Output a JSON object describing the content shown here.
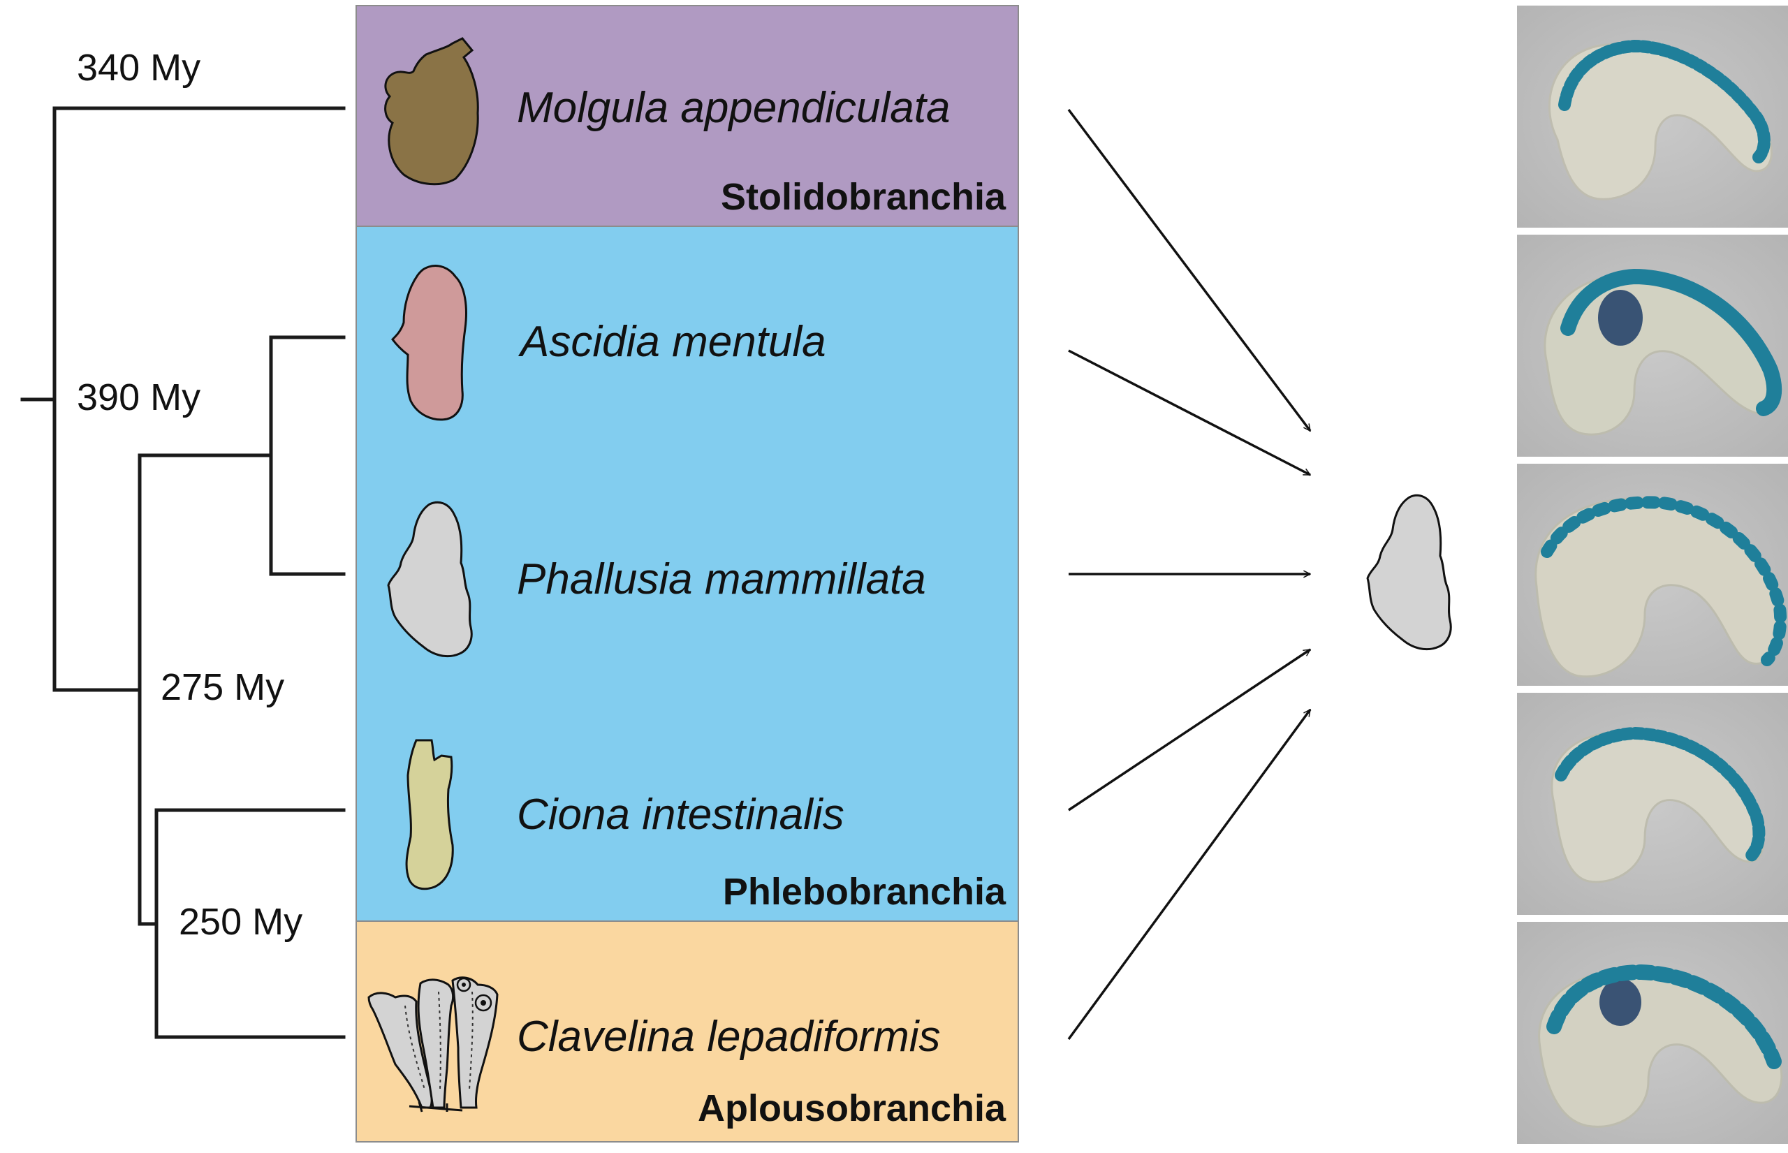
{
  "tree": {
    "divergence_labels": [
      "340 My",
      "390 My",
      "275 My",
      "250 My"
    ]
  },
  "clades": [
    {
      "name": "Stolidobranchia",
      "color": "#b09ac2"
    },
    {
      "name": "Phlebobranchia",
      "color": "#82cdef"
    },
    {
      "name": "Aplousobranchia",
      "color": "#fad7a0"
    }
  ],
  "species": [
    {
      "name": "Molgula appendiculata",
      "clade": "Stolidobranchia",
      "silhouette": "molgula-silhouette",
      "color": "#8a7346"
    },
    {
      "name": "Ascidia mentula",
      "clade": "Phlebobranchia",
      "silhouette": "ascidia-silhouette",
      "color": "#cf9a9a"
    },
    {
      "name": "Phallusia mammillata",
      "clade": "Phlebobranchia",
      "silhouette": "phallusia-silhouette",
      "color": "#d3d3d3"
    },
    {
      "name": "Ciona intestinalis",
      "clade": "Phlebobranchia",
      "silhouette": "ciona-silhouette",
      "color": "#d5d29a"
    },
    {
      "name": "Clavelina lepadiformis",
      "clade": "Aplousobranchia",
      "silhouette": "clavelina-silhouette",
      "color": "#d3d3d3"
    }
  ],
  "target": {
    "silhouette": "phallusia-silhouette",
    "color": "#d3d3d3"
  },
  "embryo_panels": [
    {
      "name": "embryo-molgula",
      "stain": "#1f7f9a"
    },
    {
      "name": "embryo-ascidia",
      "stain": "#1f7f9a"
    },
    {
      "name": "embryo-phallusia",
      "stain": "#1f7f9a"
    },
    {
      "name": "embryo-ciona",
      "stain": "#1f7f9a"
    },
    {
      "name": "embryo-clavelina",
      "stain": "#1f7f9a"
    }
  ]
}
